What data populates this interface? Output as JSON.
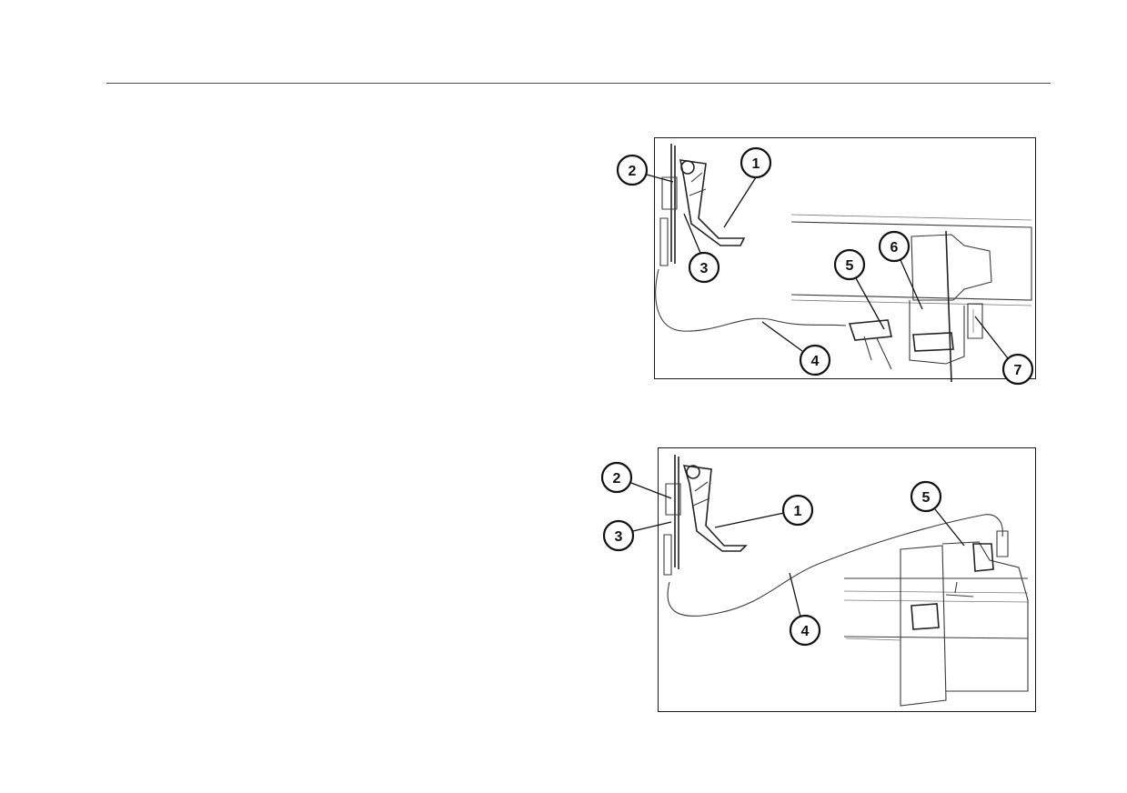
{
  "figures": [
    {
      "id": "fig1",
      "callouts": [
        {
          "label": "1"
        },
        {
          "label": "2"
        },
        {
          "label": "3"
        },
        {
          "label": "4"
        },
        {
          "label": "5"
        },
        {
          "label": "6"
        },
        {
          "label": "7"
        }
      ]
    },
    {
      "id": "fig2",
      "callouts": [
        {
          "label": "1"
        },
        {
          "label": "2"
        },
        {
          "label": "3"
        },
        {
          "label": "4"
        },
        {
          "label": "5"
        }
      ]
    }
  ]
}
